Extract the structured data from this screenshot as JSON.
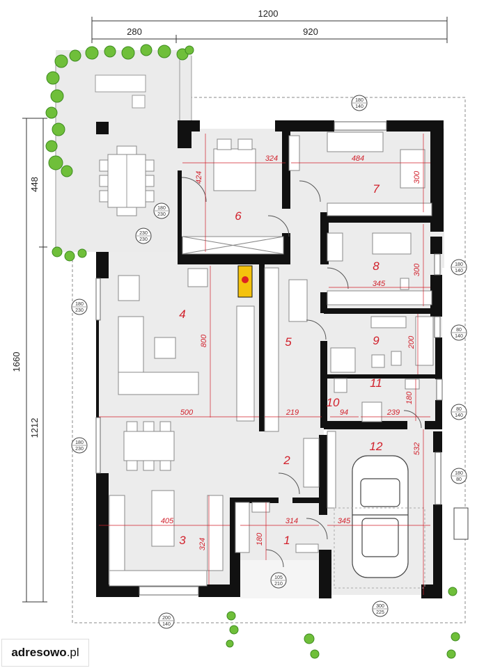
{
  "dimensions": {
    "top_total": "1200",
    "top_left": "280",
    "top_right": "920",
    "left_total": "1660",
    "left_upper": "448",
    "left_lower": "1212"
  },
  "rooms": [
    {
      "id": "room-1",
      "number": "1"
    },
    {
      "id": "room-2",
      "number": "2"
    },
    {
      "id": "room-3",
      "number": "3"
    },
    {
      "id": "room-4",
      "number": "4"
    },
    {
      "id": "room-5",
      "number": "5"
    },
    {
      "id": "room-6",
      "number": "6"
    },
    {
      "id": "room-7",
      "number": "7"
    },
    {
      "id": "room-8",
      "number": "8"
    },
    {
      "id": "room-9",
      "number": "9"
    },
    {
      "id": "room-10",
      "number": "10"
    },
    {
      "id": "room-11",
      "number": "11"
    },
    {
      "id": "room-12",
      "number": "12"
    }
  ],
  "inner_dimensions": {
    "d324a": "324",
    "d484": "484",
    "d424": "424",
    "d300a": "300",
    "d300b": "300",
    "d345a": "345",
    "d800": "800",
    "d200": "200",
    "d500": "500",
    "d219": "219",
    "d94": "94",
    "d239": "239",
    "d180a": "180",
    "d532": "532",
    "d405": "405",
    "d324b": "324",
    "d314": "314",
    "d345b": "345",
    "d180b": "180"
  },
  "openings": [
    {
      "id": "w-top",
      "top": "180",
      "bottom": "140"
    },
    {
      "id": "w-terrace",
      "top": "180",
      "bottom": "230"
    },
    {
      "id": "w-terrace2",
      "top": "230",
      "bottom": "230"
    },
    {
      "id": "w-living",
      "top": "180",
      "bottom": "230"
    },
    {
      "id": "w-dining",
      "top": "180",
      "bottom": "230"
    },
    {
      "id": "w-r8",
      "top": "180",
      "bottom": "140"
    },
    {
      "id": "w-r9",
      "top": "80",
      "bottom": "140"
    },
    {
      "id": "w-r11",
      "top": "80",
      "bottom": "140"
    },
    {
      "id": "w-garage",
      "top": "180",
      "bottom": "80"
    },
    {
      "id": "d-front",
      "top": "105",
      "bottom": "210"
    },
    {
      "id": "d-garage",
      "top": "300",
      "bottom": "225"
    },
    {
      "id": "w-kitchen",
      "top": "200",
      "bottom": "140"
    }
  ],
  "brand": {
    "name": "adresowo",
    "suffix": ".pl"
  }
}
